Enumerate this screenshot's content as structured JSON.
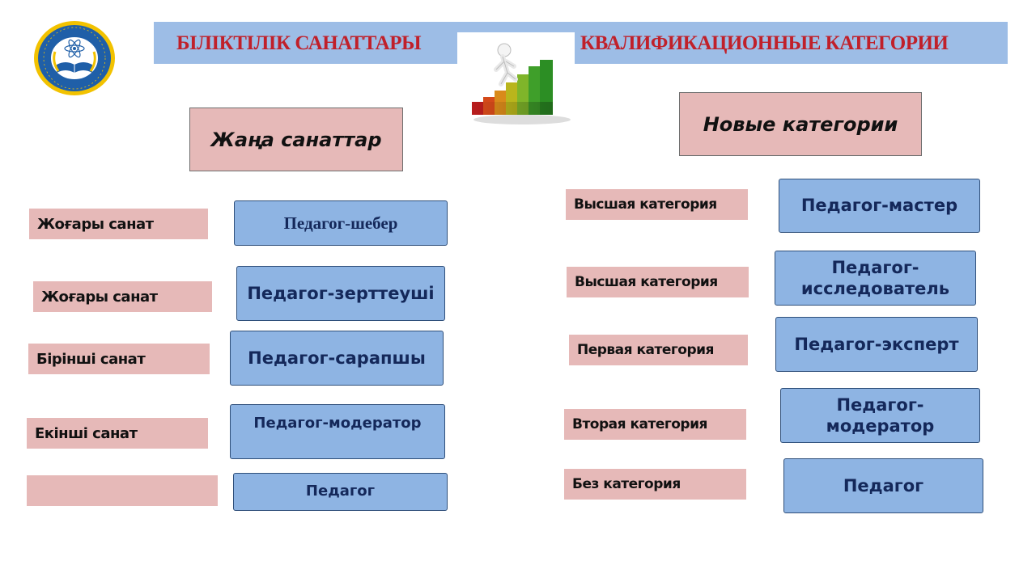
{
  "header": {
    "title_kz": "БІЛІКТІЛІК САНАТТАРЫ",
    "title_ru": "КВАЛИФИКАЦИОННЫЕ КАТЕГОРИИ"
  },
  "left_column": {
    "heading": "Жаңа санаттар",
    "rows": [
      {
        "label": "Жоғары санат",
        "role": "Педагог-шебер"
      },
      {
        "label": "Жоғары санат",
        "role": "Педагог-зерттеуші"
      },
      {
        "label": "Бірінші санат",
        "role": "Педагог-сарапшы"
      },
      {
        "label": "Екінші санат",
        "role": "Педагог-модератор"
      },
      {
        "label": "",
        "role": "Педагог"
      }
    ]
  },
  "right_column": {
    "heading": "Новые  категории",
    "rows": [
      {
        "label": "Высшая категория",
        "role": "Педагог-мастер"
      },
      {
        "label": "Высшая категория",
        "role_line1": "Педагог-",
        "role_line2": "исследователь"
      },
      {
        "label": "Первая категория",
        "role": "Педагог-эксперт"
      },
      {
        "label": "Вторая категория",
        "role_line1": "Педагог-",
        "role_line2": "модератор"
      },
      {
        "label": "Без категория",
        "role": "Педагог"
      }
    ]
  },
  "colors": {
    "banner": "#9dbde6",
    "title_red": "#c0202a",
    "label_pink": "#e6b9b8",
    "role_blue": "#8eb4e3",
    "role_text": "#14285a"
  },
  "icons": {
    "emblem": "education-ministry-emblem-icon",
    "stairs": "growth-stairs-figure-icon"
  }
}
